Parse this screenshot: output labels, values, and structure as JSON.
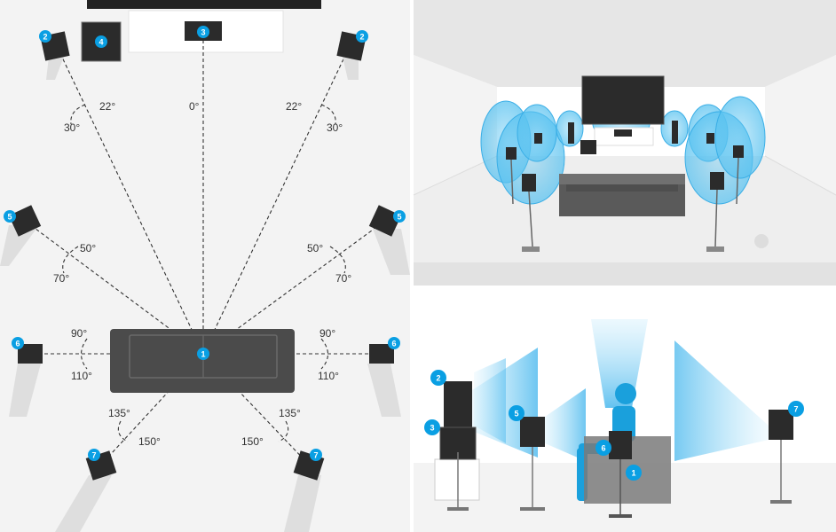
{
  "colors": {
    "accent": "#0a9fe3",
    "speaker": "#2b2b2b",
    "sofa": "#4a4a4a",
    "floor": "#f2f2f2",
    "wave": "#7fd0f5",
    "person": "#1aa0dc"
  },
  "top_view": {
    "angles": {
      "front_left_inner": "22°",
      "front_left_outer": "30°",
      "center": "0°",
      "front_right_inner": "22°",
      "front_right_outer": "30°",
      "side_left_inner": "50°",
      "side_left_outer": "70°",
      "side_right_inner": "50°",
      "side_right_outer": "70°",
      "mid_left_top": "90°",
      "mid_left_bottom": "110°",
      "mid_right_top": "90°",
      "mid_right_bottom": "110°",
      "rear_left_top": "135°",
      "rear_left_bottom": "150°",
      "rear_right_top": "135°",
      "rear_right_bottom": "150°"
    },
    "badges": {
      "listener": "1",
      "front_left": "2",
      "front_right": "2",
      "center": "3",
      "subwoofer": "4",
      "side_left": "5",
      "side_right": "5",
      "surround_left": "6",
      "surround_right": "6",
      "rear_left": "7",
      "rear_right": "7"
    }
  },
  "side_view": {
    "badges": {
      "front": "2",
      "center": "3",
      "side": "5",
      "surround": "6",
      "listener": "1",
      "rear": "7"
    }
  }
}
